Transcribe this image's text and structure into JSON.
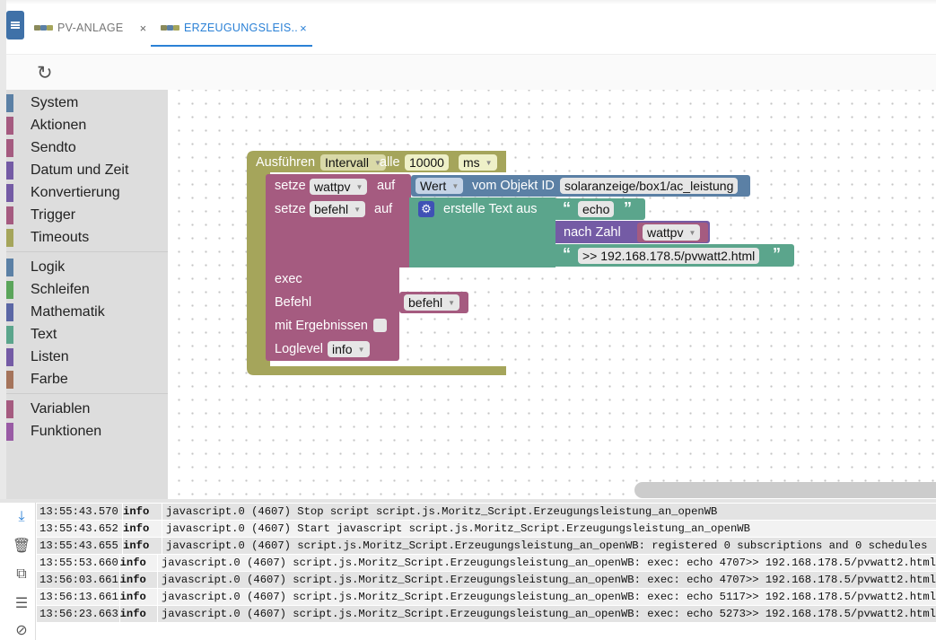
{
  "tabs": [
    {
      "label": "PV-ANLAGE",
      "close": "×"
    },
    {
      "label": "ERZEUGUNGSLEIS..",
      "close": "×"
    }
  ],
  "toolbar": {
    "refresh_icon": "refresh-icon"
  },
  "toolbox": {
    "categories": [
      {
        "label": "System",
        "color": "#5b80a5"
      },
      {
        "label": "Aktionen",
        "color": "#a55b80"
      },
      {
        "label": "Sendto",
        "color": "#a55b80"
      },
      {
        "label": "Datum und Zeit",
        "color": "#745ba5"
      },
      {
        "label": "Konvertierung",
        "color": "#745ba5"
      },
      {
        "label": "Trigger",
        "color": "#a55b80"
      },
      {
        "label": "Timeouts",
        "color": "#a5a55b"
      },
      {
        "label": "Logik",
        "color": "#5b80a5"
      },
      {
        "label": "Schleifen",
        "color": "#5ba55b"
      },
      {
        "label": "Mathematik",
        "color": "#5b67a5"
      },
      {
        "label": "Text",
        "color": "#5ba58c"
      },
      {
        "label": "Listen",
        "color": "#745ba5"
      },
      {
        "label": "Farbe",
        "color": "#a5745b"
      },
      {
        "label": "Variablen",
        "color": "#a55b80"
      },
      {
        "label": "Funktionen",
        "color": "#995ba5"
      }
    ]
  },
  "blocks": {
    "interval": {
      "label": "Ausführen",
      "mode": "Intervall",
      "every": "alle",
      "value": "10000",
      "unit": "ms"
    },
    "set1": {
      "setze": "setze",
      "var": "wattpv",
      "auf": "auf",
      "wert": "Wert",
      "vom": "vom Objekt ID",
      "objid": "solaranzeige/box1/ac_leistung"
    },
    "set2": {
      "setze": "setze",
      "var": "befehl",
      "auf": "auf",
      "create": "erstelle Text aus",
      "text1": "echo",
      "tonum": "nach Zahl",
      "numvar": "wattpv",
      "text3": ">> 192.168.178.5/pvwatt2.html"
    },
    "exec": {
      "title": "exec",
      "befehl": "Befehl",
      "befehl_var": "befehl",
      "mit": "mit Ergebnissen",
      "loglevel": "Loglevel",
      "level": "info"
    }
  },
  "colors": {
    "event": "#a5a55b",
    "var": "#a55b80",
    "obj": "#5b80a5",
    "text": "#5ba58c",
    "math": "#745ba5"
  },
  "log": {
    "rows": [
      {
        "time": "13:55:43.570",
        "sev": "info",
        "msg": "javascript.0 (4607) Stop script script.js.Moritz_Script.Erzeugungsleistung_an_openWB"
      },
      {
        "time": "13:55:43.652",
        "sev": "info",
        "msg": "javascript.0 (4607) Start javascript script.js.Moritz_Script.Erzeugungsleistung_an_openWB"
      },
      {
        "time": "13:55:43.655",
        "sev": "info",
        "msg": "javascript.0 (4607) script.js.Moritz_Script.Erzeugungsleistung_an_openWB: registered 0 subscriptions and 0 schedules"
      },
      {
        "time": "13:55:53.660",
        "sev": "info",
        "msg": "javascript.0 (4607) script.js.Moritz_Script.Erzeugungsleistung_an_openWB: exec: echo 4707>> 192.168.178.5/pvwatt2.html"
      },
      {
        "time": "13:56:03.661",
        "sev": "info",
        "msg": "javascript.0 (4607) script.js.Moritz_Script.Erzeugungsleistung_an_openWB: exec: echo 4707>> 192.168.178.5/pvwatt2.html"
      },
      {
        "time": "13:56:13.661",
        "sev": "info",
        "msg": "javascript.0 (4607) script.js.Moritz_Script.Erzeugungsleistung_an_openWB: exec: echo 5117>> 192.168.178.5/pvwatt2.html"
      },
      {
        "time": "13:56:23.663",
        "sev": "info",
        "msg": "javascript.0 (4607) script.js.Moritz_Script.Erzeugungsleistung_an_openWB: exec: echo 5273>> 192.168.178.5/pvwatt2.html"
      }
    ],
    "row_colors": [
      "#e3e3e3",
      "#f2f2f2"
    ]
  }
}
